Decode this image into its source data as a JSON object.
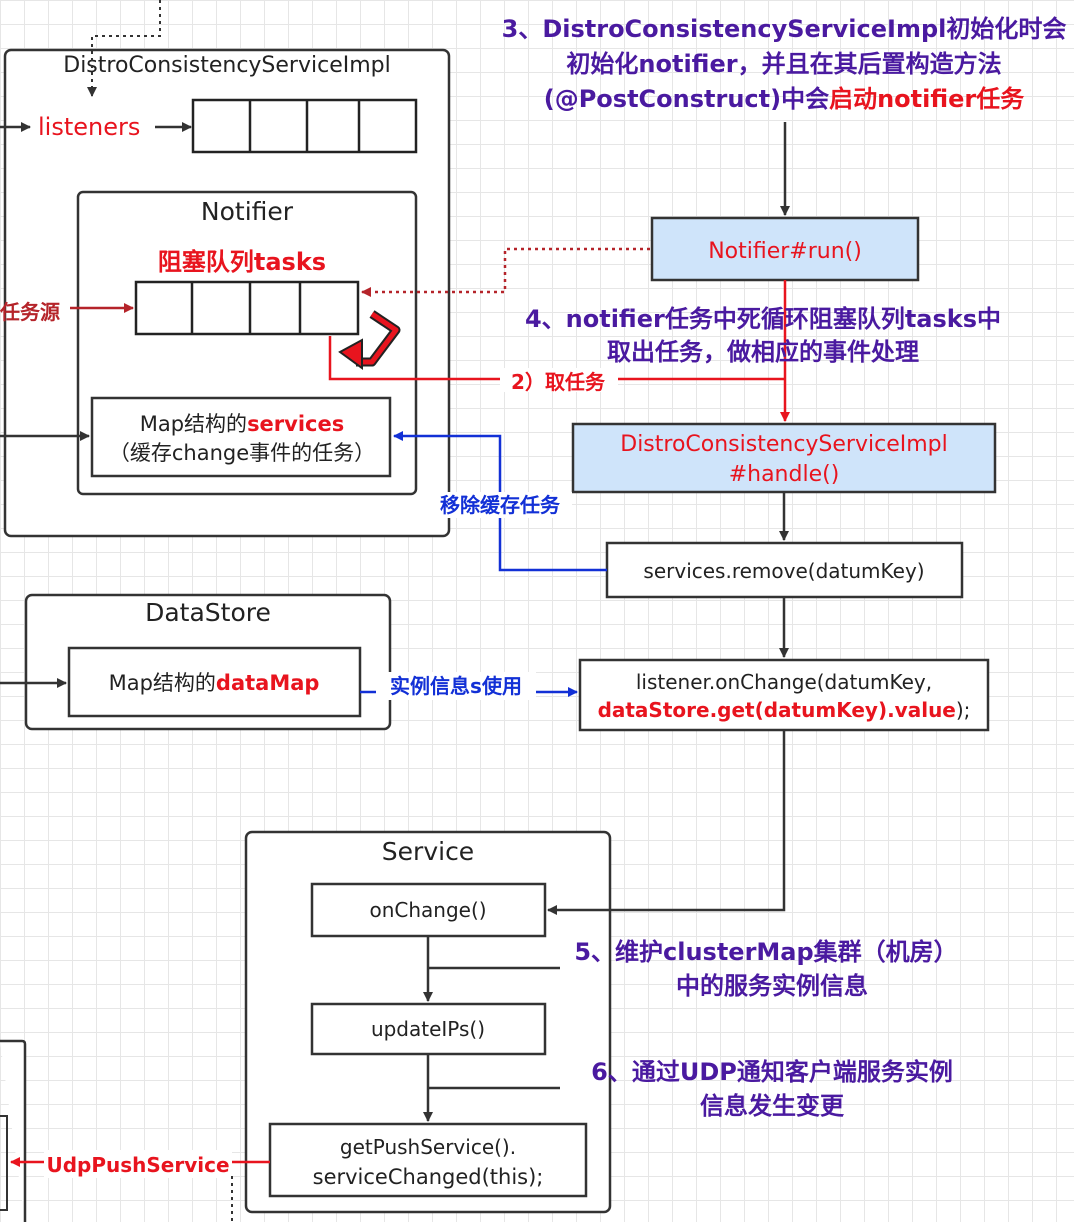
{
  "containers": {
    "distro_impl": "DistroConsistencyServiceImpl",
    "notifier": "Notifier",
    "datastore": "DataStore",
    "service": "Service"
  },
  "labels": {
    "listeners": "listeners",
    "blocking_queue": "阻塞队列tasks",
    "task_source": "任务源",
    "services_map_prefix": "Map结构的",
    "services_map_key": "services",
    "services_map_desc": "（缓存change事件的任务）",
    "datamap_prefix": "Map结构的",
    "datamap_key": "dataMap",
    "take_task": "2）取任务",
    "remove_cache": "移除缓存任务",
    "instance_use": "实例信息s使用",
    "udp_push": "UdpPushService"
  },
  "nodes": {
    "notifier_run": "Notifier#run()",
    "handle_line1": "DistroConsistencyServiceImpl",
    "handle_line2": "#handle()",
    "services_remove": "services.remove(datumKey)",
    "on_change_line1": "listener.onChange(datumKey,",
    "on_change_line2": "dataStore.get(datumKey).value",
    "on_change_line2_suffix": ");",
    "service_on_change": "onChange()",
    "update_ips": "updateIPs()",
    "push_line1": "getPushService().",
    "push_line2": "serviceChanged(this);"
  },
  "notes": {
    "step3_line1": "3、DistroConsistencyServiceImpl初始化时会",
    "step3_line2": "初始化notifier，并且在其后置构造方法",
    "step3_line3_a": "(@PostConstruct)中会",
    "step3_line3_b": "启动notifier任务",
    "step4_line1": "4、notifier任务中死循环阻塞队列tasks中",
    "step4_line2": "取出任务，做相应的事件处理",
    "step5_line1": "5、维护clusterMap集群（机房）",
    "step5_line2": "中的服务实例信息",
    "step6_line1": "6、通过UDP通知客户端服务实例",
    "step6_line2": "信息发生变更"
  },
  "colors": {
    "red": "#e8141e",
    "dark_red": "#b5242a",
    "blue": "#1230d6",
    "purple": "#4a1aa0",
    "node_fill": "#cfe4fa",
    "stroke": "#333333"
  }
}
